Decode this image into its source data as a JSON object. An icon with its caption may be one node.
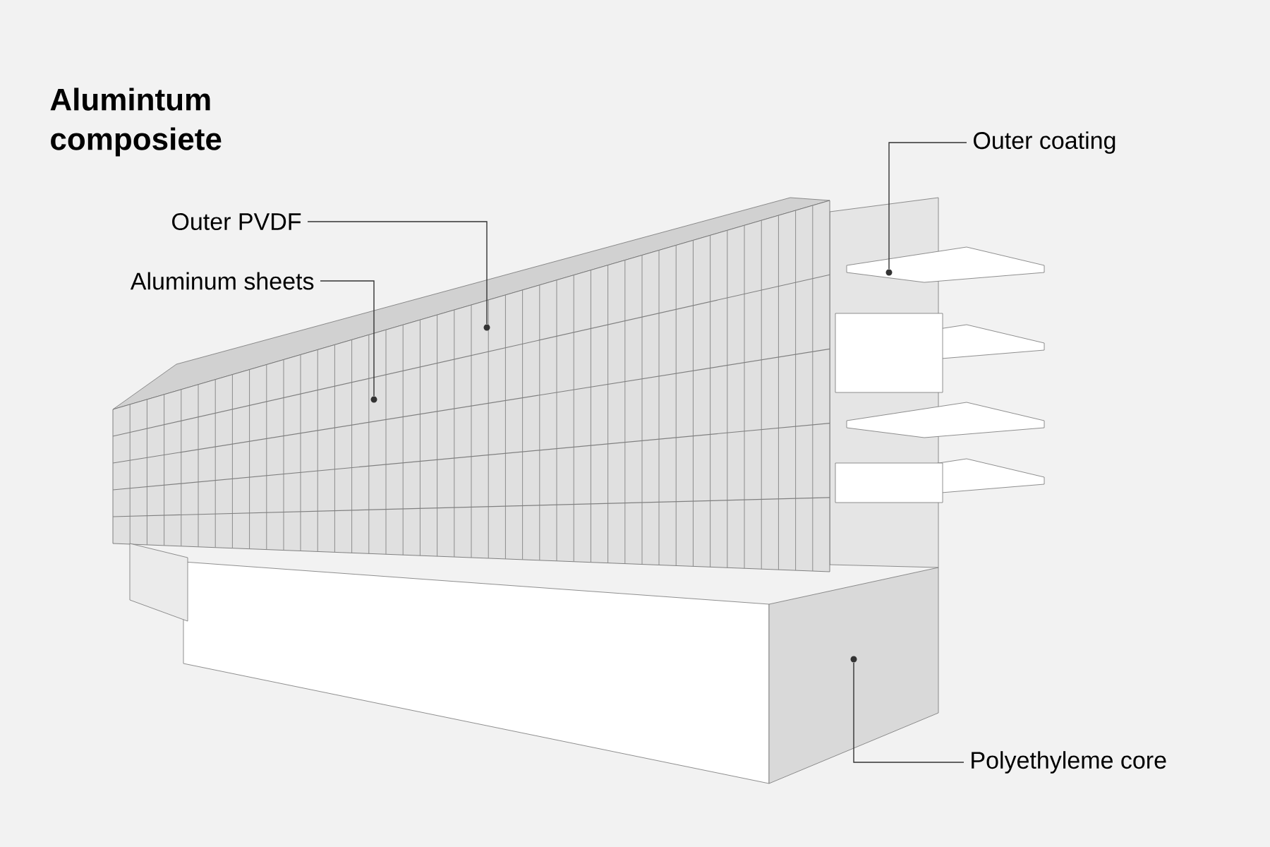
{
  "diagram": {
    "title": "Alumintum composiete",
    "nodes": [
      {
        "text": [
          "Outer coating"
        ]
      },
      {
        "text": [
          "Outer PVDF"
        ]
      },
      {
        "text": [
          "Aluminum sheets"
        ]
      },
      {
        "text": [
          "Polyethyleme core"
        ]
      },
      {
        "text": [],
        "shape": "circle"
      },
      {
        "text": [],
        "shape": "circle"
      },
      {
        "text": [],
        "shape": "circle"
      },
      {
        "text": [],
        "shape": "circle"
      }
    ],
    "edges": [
      {
        "from": 0,
        "to": 7,
        "arrow": "none"
      },
      {
        "from": 1,
        "to": 5,
        "arrow": "none"
      },
      {
        "from": 2,
        "to": 4,
        "arrow": "none"
      },
      {
        "from": 3,
        "to": 6,
        "arrow": "none"
      }
    ]
  }
}
